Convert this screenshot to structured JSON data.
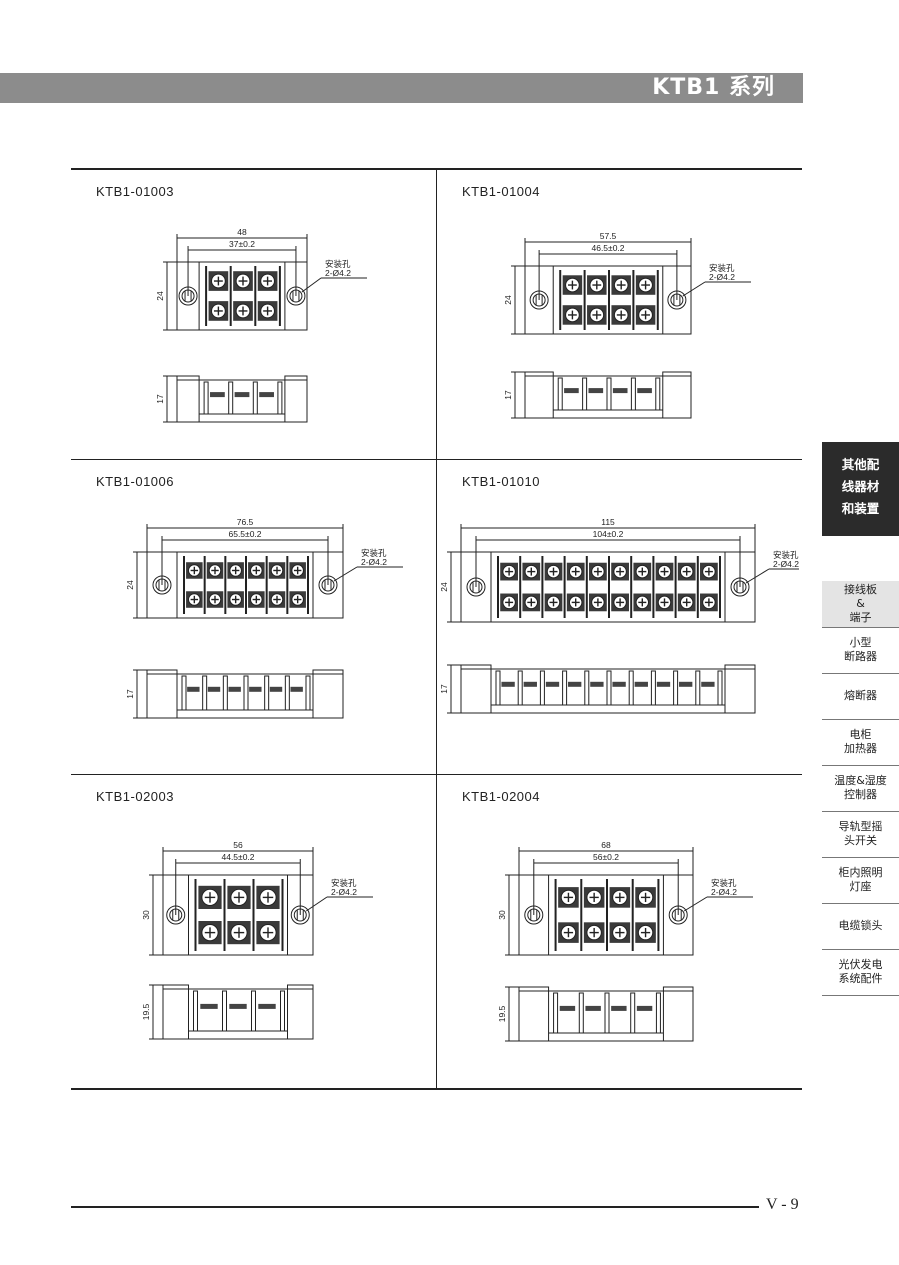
{
  "header": {
    "title": "KTB1 系列"
  },
  "cells": [
    {
      "model": "KTB1-01003",
      "overall": "48",
      "pitch": "37±0.2",
      "hole": "安装孔",
      "hole_spec": "2-Ø4.2",
      "height": "24",
      "side_height": "17",
      "positions": 3,
      "rows": 2
    },
    {
      "model": "KTB1-01004",
      "overall": "57.5",
      "pitch": "46.5±0.2",
      "hole": "安装孔",
      "hole_spec": "2-Ø4.2",
      "height": "24",
      "side_height": "17",
      "positions": 4,
      "rows": 2
    },
    {
      "model": "KTB1-01006",
      "overall": "76.5",
      "pitch": "65.5±0.2",
      "hole": "安装孔",
      "hole_spec": "2-Ø4.2",
      "height": "24",
      "side_height": "17",
      "positions": 6,
      "rows": 2
    },
    {
      "model": "KTB1-01010",
      "overall": "115",
      "pitch": "104±0.2",
      "hole": "安装孔",
      "hole_spec": "2-Ø4.2",
      "height": "24",
      "side_height": "17",
      "positions": 10,
      "rows": 2
    },
    {
      "model": "KTB1-02003",
      "overall": "56",
      "pitch": "44.5±0.2",
      "hole": "安装孔",
      "hole_spec": "2-Ø4.2",
      "height": "30",
      "side_height": "19.5",
      "positions": 3,
      "rows": 2
    },
    {
      "model": "KTB1-02004",
      "overall": "68",
      "pitch": "56±0.2",
      "hole": "安装孔",
      "hole_spec": "2-Ø4.2",
      "height": "30",
      "side_height": "19.5",
      "positions": 4,
      "rows": 2
    }
  ],
  "sidebar": {
    "heading": [
      "其他配",
      "线器材",
      "和装置"
    ],
    "items": [
      {
        "label": "接线板\n&\n端子",
        "active": true
      },
      {
        "label": "小型\n断路器",
        "active": false
      },
      {
        "label": "熔断器",
        "active": false
      },
      {
        "label": "电柜\n加热器",
        "active": false
      },
      {
        "label": "温度&湿度\n控制器",
        "active": false
      },
      {
        "label": "导轨型摇\n头开关",
        "active": false
      },
      {
        "label": "柜内照明\n灯座",
        "active": false
      },
      {
        "label": "电缆锁头",
        "active": false
      },
      {
        "label": "光伏发电\n系统配件",
        "active": false
      }
    ]
  },
  "footer": {
    "page": "V - 9"
  }
}
